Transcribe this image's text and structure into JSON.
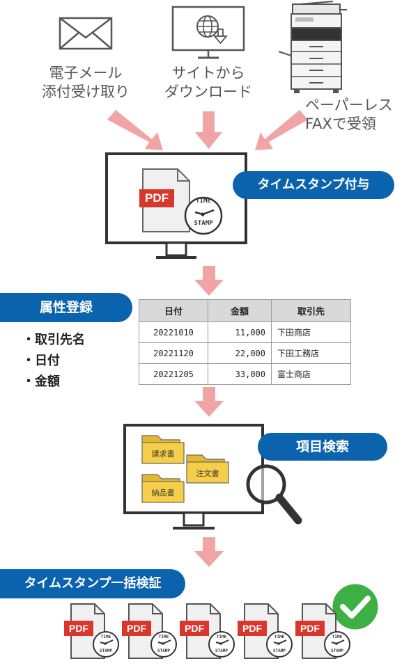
{
  "sources": [
    {
      "icon": "envelope-icon",
      "line1": "電子メール",
      "line2": "添付受け取り"
    },
    {
      "icon": "website-download-icon",
      "line1": "サイトから",
      "line2": "ダウンロード"
    },
    {
      "icon": "multifunction-printer-icon",
      "line1": "ペーパーレス",
      "line2": "FAXで受領"
    }
  ],
  "timestamp_step": {
    "label": "タイムスタンプ付与",
    "pdf_badge": "PDF",
    "stamp_line1": "TIME",
    "stamp_line2": "STAMP"
  },
  "attribute_step": {
    "label": "属性登録",
    "items": [
      "・取引先名",
      "・日付",
      "・金額"
    ]
  },
  "table": {
    "headers": [
      "日付",
      "金額",
      "取引先"
    ],
    "rows": [
      [
        "20221010",
        "11,000",
        "下田商店"
      ],
      [
        "20221120",
        "22,000",
        "下田工務店"
      ],
      [
        "20221205",
        "33,000",
        "富士商店"
      ]
    ]
  },
  "search_step": {
    "label": "項目検索",
    "folders": [
      "請求書",
      "注文書",
      "納品書"
    ]
  },
  "verify_step": {
    "label": "タイムスタンプ一括検証",
    "pdf_badge": "PDF",
    "stamp_line1": "TIME",
    "stamp_line2": "STAMP",
    "document_count": 5
  },
  "colors": {
    "accent": "#0b63ad",
    "arrow": "#f0a4a4",
    "pdf_red": "#d9372b",
    "folder_yellow": "#f5cf4a",
    "check_green": "#3cb043"
  }
}
